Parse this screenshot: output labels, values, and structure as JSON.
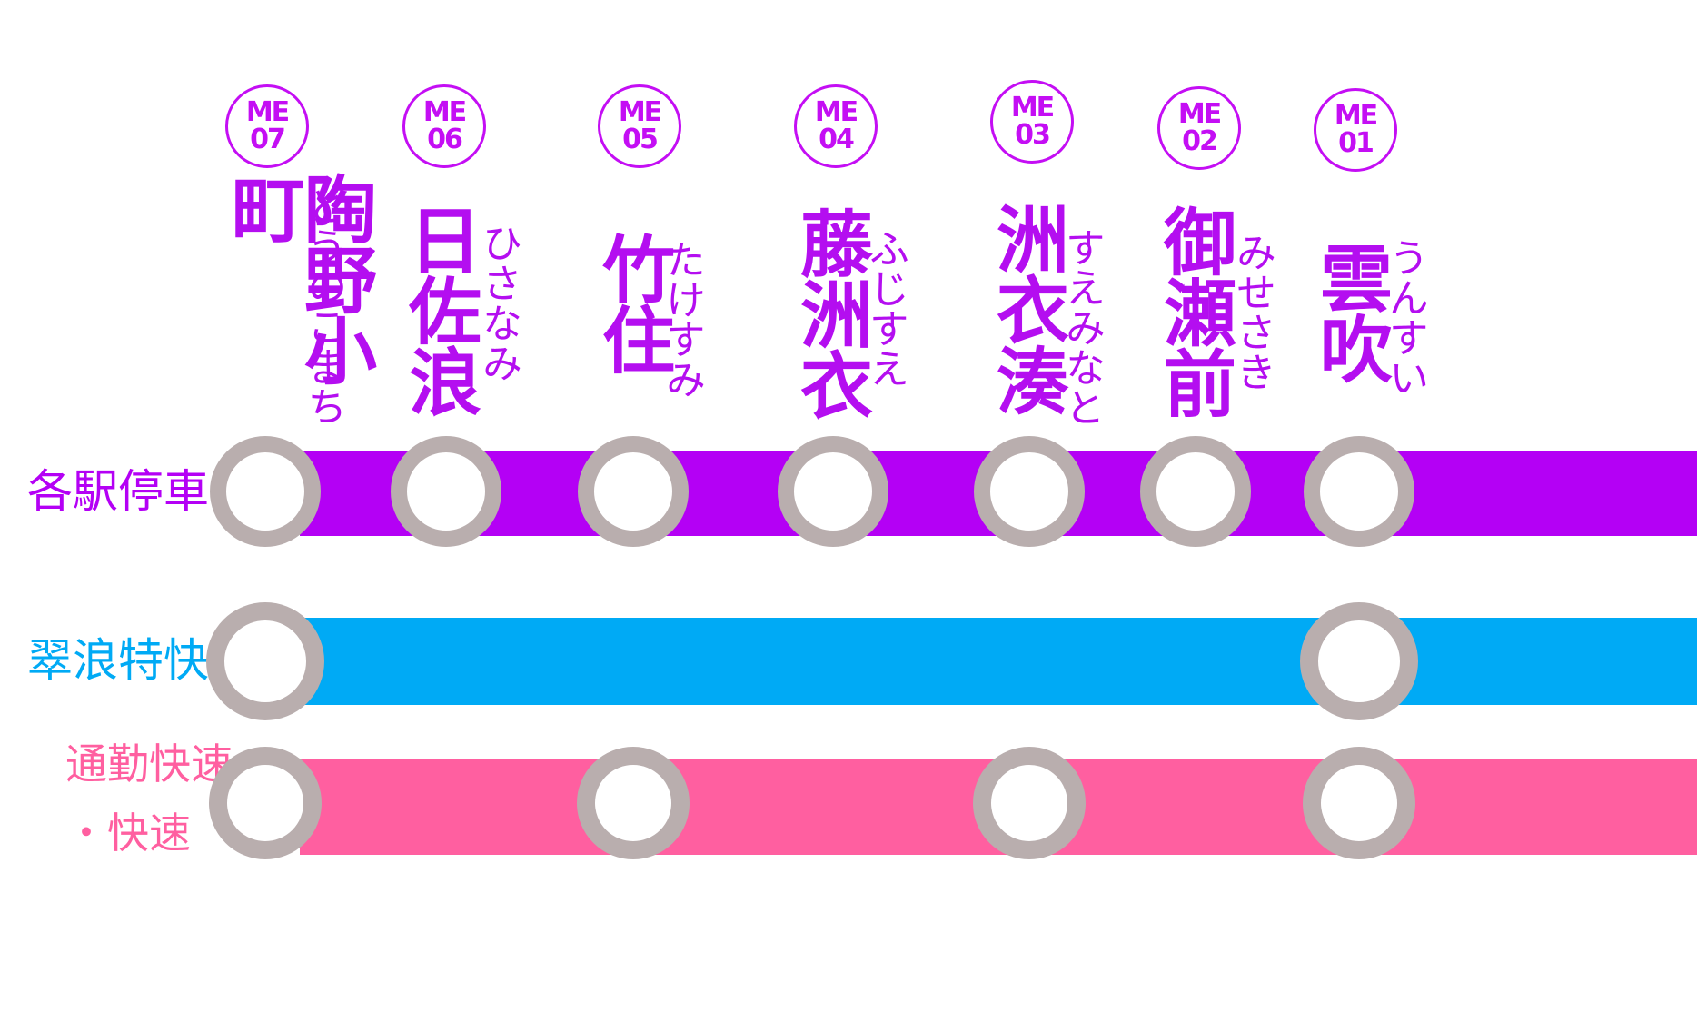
{
  "services": [
    {
      "id": "local",
      "label": "各駅停車",
      "color": "#b400f5",
      "stops": [
        "ME07",
        "ME06",
        "ME05",
        "ME04",
        "ME03",
        "ME02",
        "ME01"
      ]
    },
    {
      "id": "limited",
      "label": "翠浪特快",
      "color": "#00aaf5",
      "stops": [
        "ME07",
        "ME01"
      ]
    },
    {
      "id": "commuter",
      "label": "通勤快速",
      "label2": "・快速",
      "color": "#ff5fa0",
      "stops": [
        "ME07",
        "ME05",
        "ME03",
        "ME01"
      ]
    }
  ],
  "stations": [
    {
      "code": "ME07",
      "line": "ME",
      "num": "07",
      "name": "陶野小町",
      "reading": "とうのこまち"
    },
    {
      "code": "ME06",
      "line": "ME",
      "num": "06",
      "name": "日佐浪",
      "reading": "ひさなみ"
    },
    {
      "code": "ME05",
      "line": "ME",
      "num": "05",
      "name": "竹住",
      "reading": "たけすみ"
    },
    {
      "code": "ME04",
      "line": "ME",
      "num": "04",
      "name": "藤洲衣",
      "reading": "ふじすえ"
    },
    {
      "code": "ME03",
      "line": "ME",
      "num": "03",
      "name": "洲衣湊",
      "reading": "すえみなと"
    },
    {
      "code": "ME02",
      "line": "ME",
      "num": "02",
      "name": "御瀬前",
      "reading": "みせさき"
    },
    {
      "code": "ME01",
      "line": "ME",
      "num": "01",
      "name": "雲吹",
      "reading": "うんすい"
    }
  ],
  "colors": {
    "badge": "#c40ef4",
    "station_text": "#b40ef0",
    "stop_ring": "#b9aeae",
    "stop_fill": "#ffffff"
  }
}
